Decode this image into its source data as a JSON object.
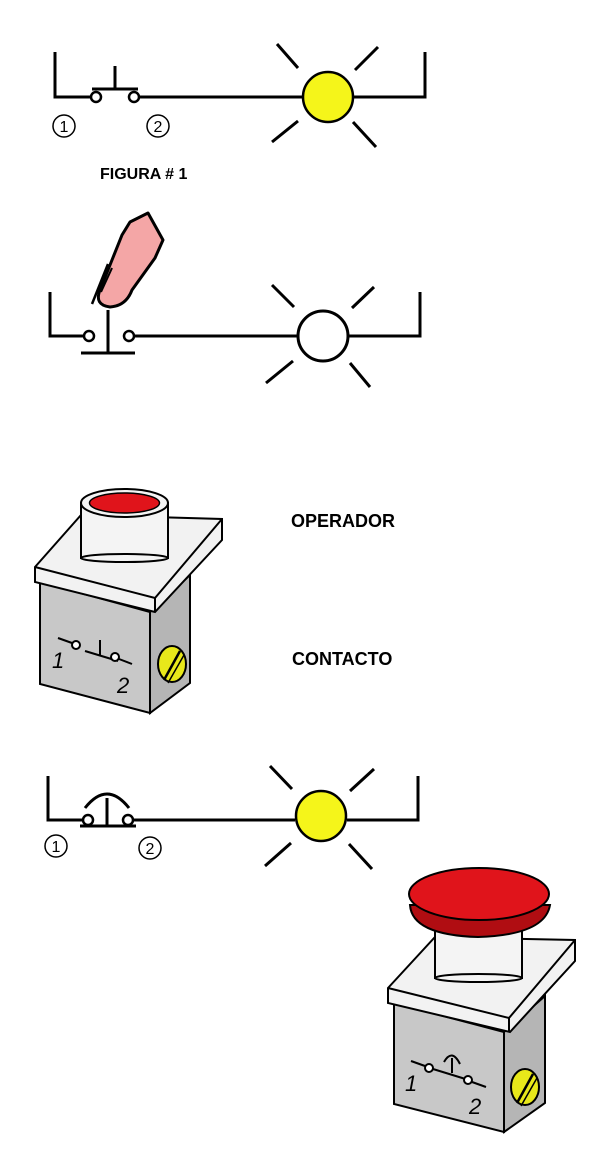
{
  "colors": {
    "wire": "#000000",
    "lamp_on": "#f5f51a",
    "lamp_off": "#ffffff",
    "button_red": "#e0141b",
    "button_red_dark": "#b00d12",
    "finger": "#f4a6a6",
    "box_body": "#c8c8c8",
    "box_top": "#f2f2f2",
    "screw": "#e8e81a",
    "background": "#ffffff"
  },
  "figure1": {
    "label": "FIGURA # 1",
    "terminal_1": "1",
    "terminal_2": "2"
  },
  "figure3": {
    "operator_label": "OPERADOR",
    "contact_label": "CONTACTO",
    "terminal_1": "1",
    "terminal_2": "2"
  },
  "figure4": {
    "terminal_1": "1",
    "terminal_2": "2",
    "box_terminal_1": "1",
    "box_terminal_2": "2"
  }
}
